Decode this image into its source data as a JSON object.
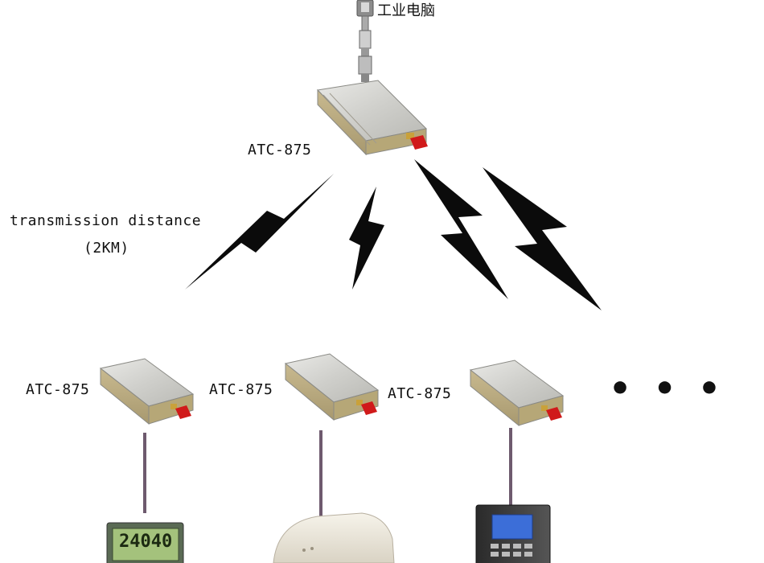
{
  "top": {
    "computer_label": "工业电脑",
    "module_label": "ATC-875"
  },
  "transmission": {
    "label": "transmission distance",
    "distance": "(2KM)"
  },
  "nodes": [
    {
      "label": "ATC-875"
    },
    {
      "label": "ATC-875"
    },
    {
      "label": "ATC-875"
    }
  ],
  "ellipsis": "• • •",
  "meter_display": "24040"
}
